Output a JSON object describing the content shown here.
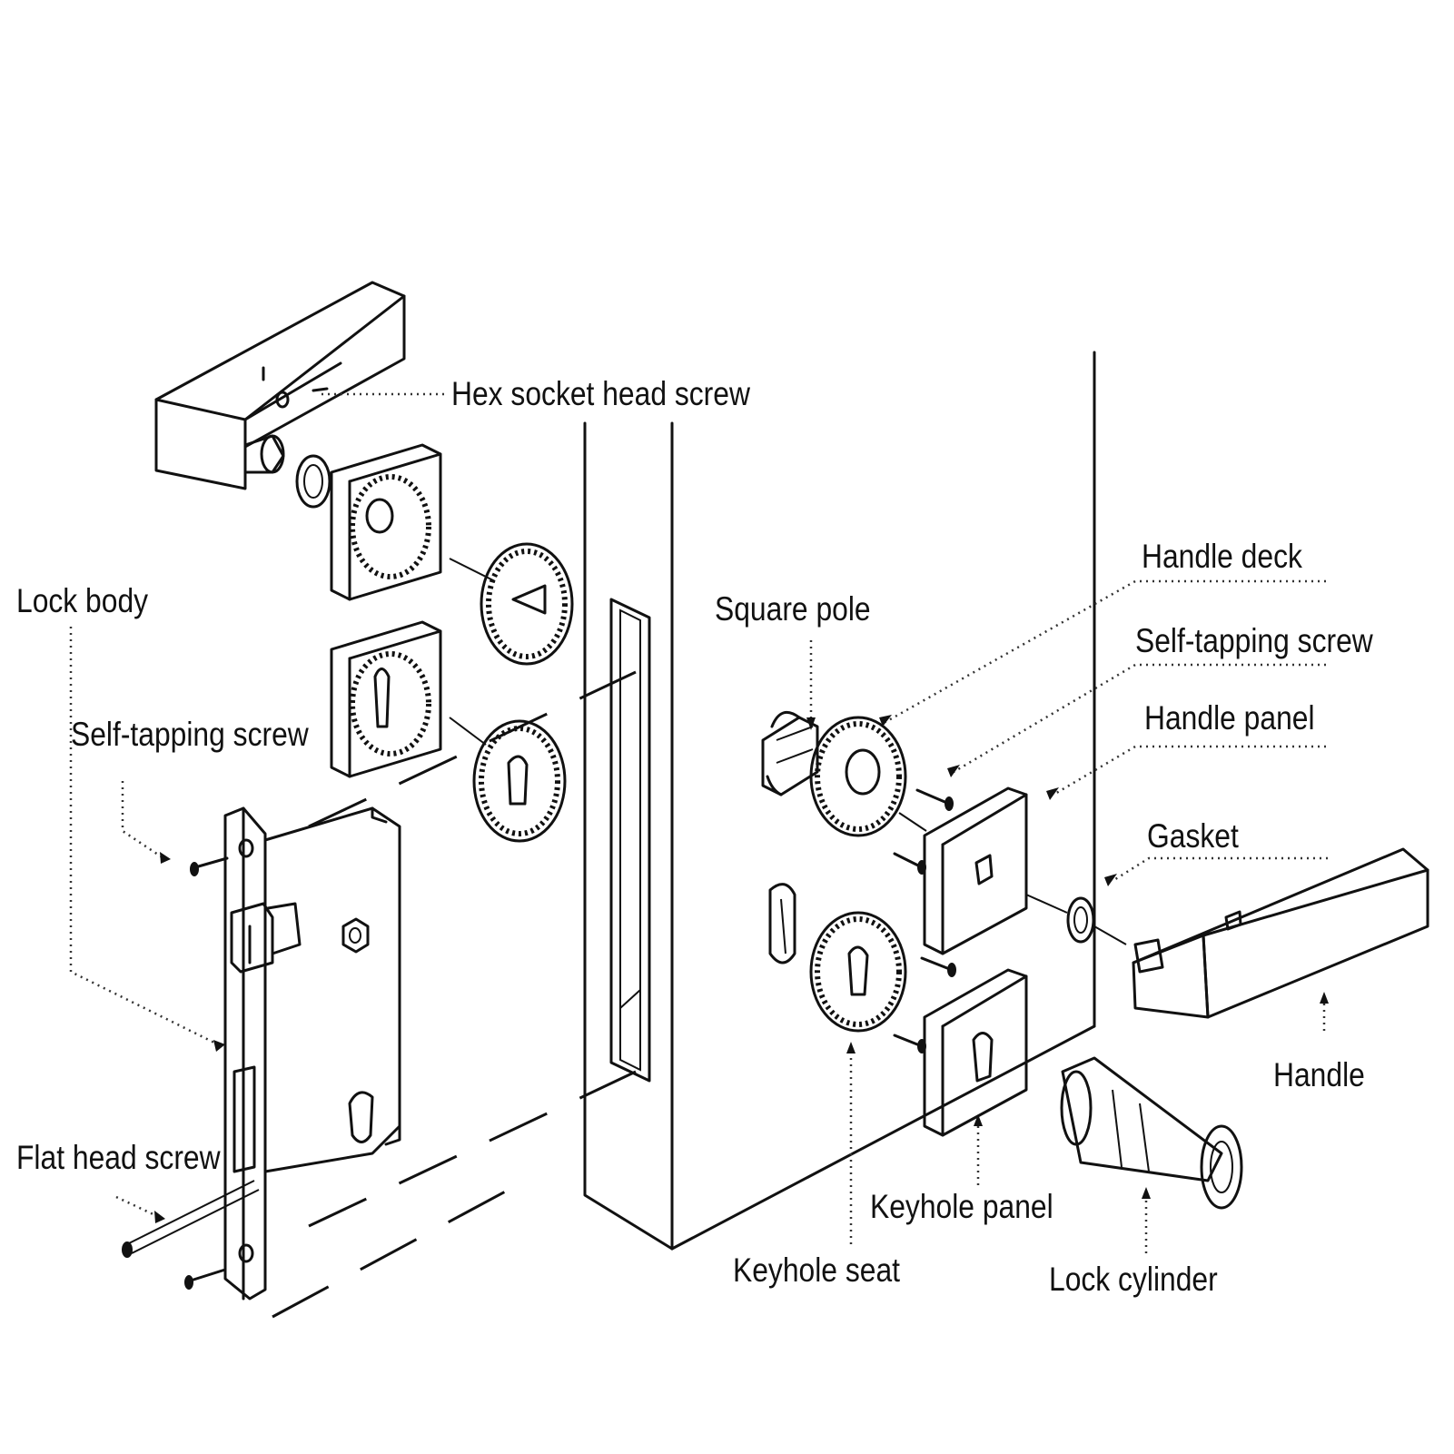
{
  "labels": {
    "hex_socket_head_screw": "Hex socket head screw",
    "lock_body": "Lock body",
    "self_tapping_screw_left": "Self-tapping screw",
    "flat_head_screw": "Flat head screw",
    "square_pole": "Square pole",
    "handle_deck": "Handle deck",
    "self_tapping_screw_right": "Self-tapping screw",
    "handle_panel": "Handle panel",
    "gasket": "Gasket",
    "handle": "Handle",
    "keyhole_panel": "Keyhole panel",
    "keyhole_seat": "Keyhole seat",
    "lock_cylinder": "Lock cylinder"
  },
  "colors": {
    "ink": "#111111",
    "background": "#ffffff"
  }
}
